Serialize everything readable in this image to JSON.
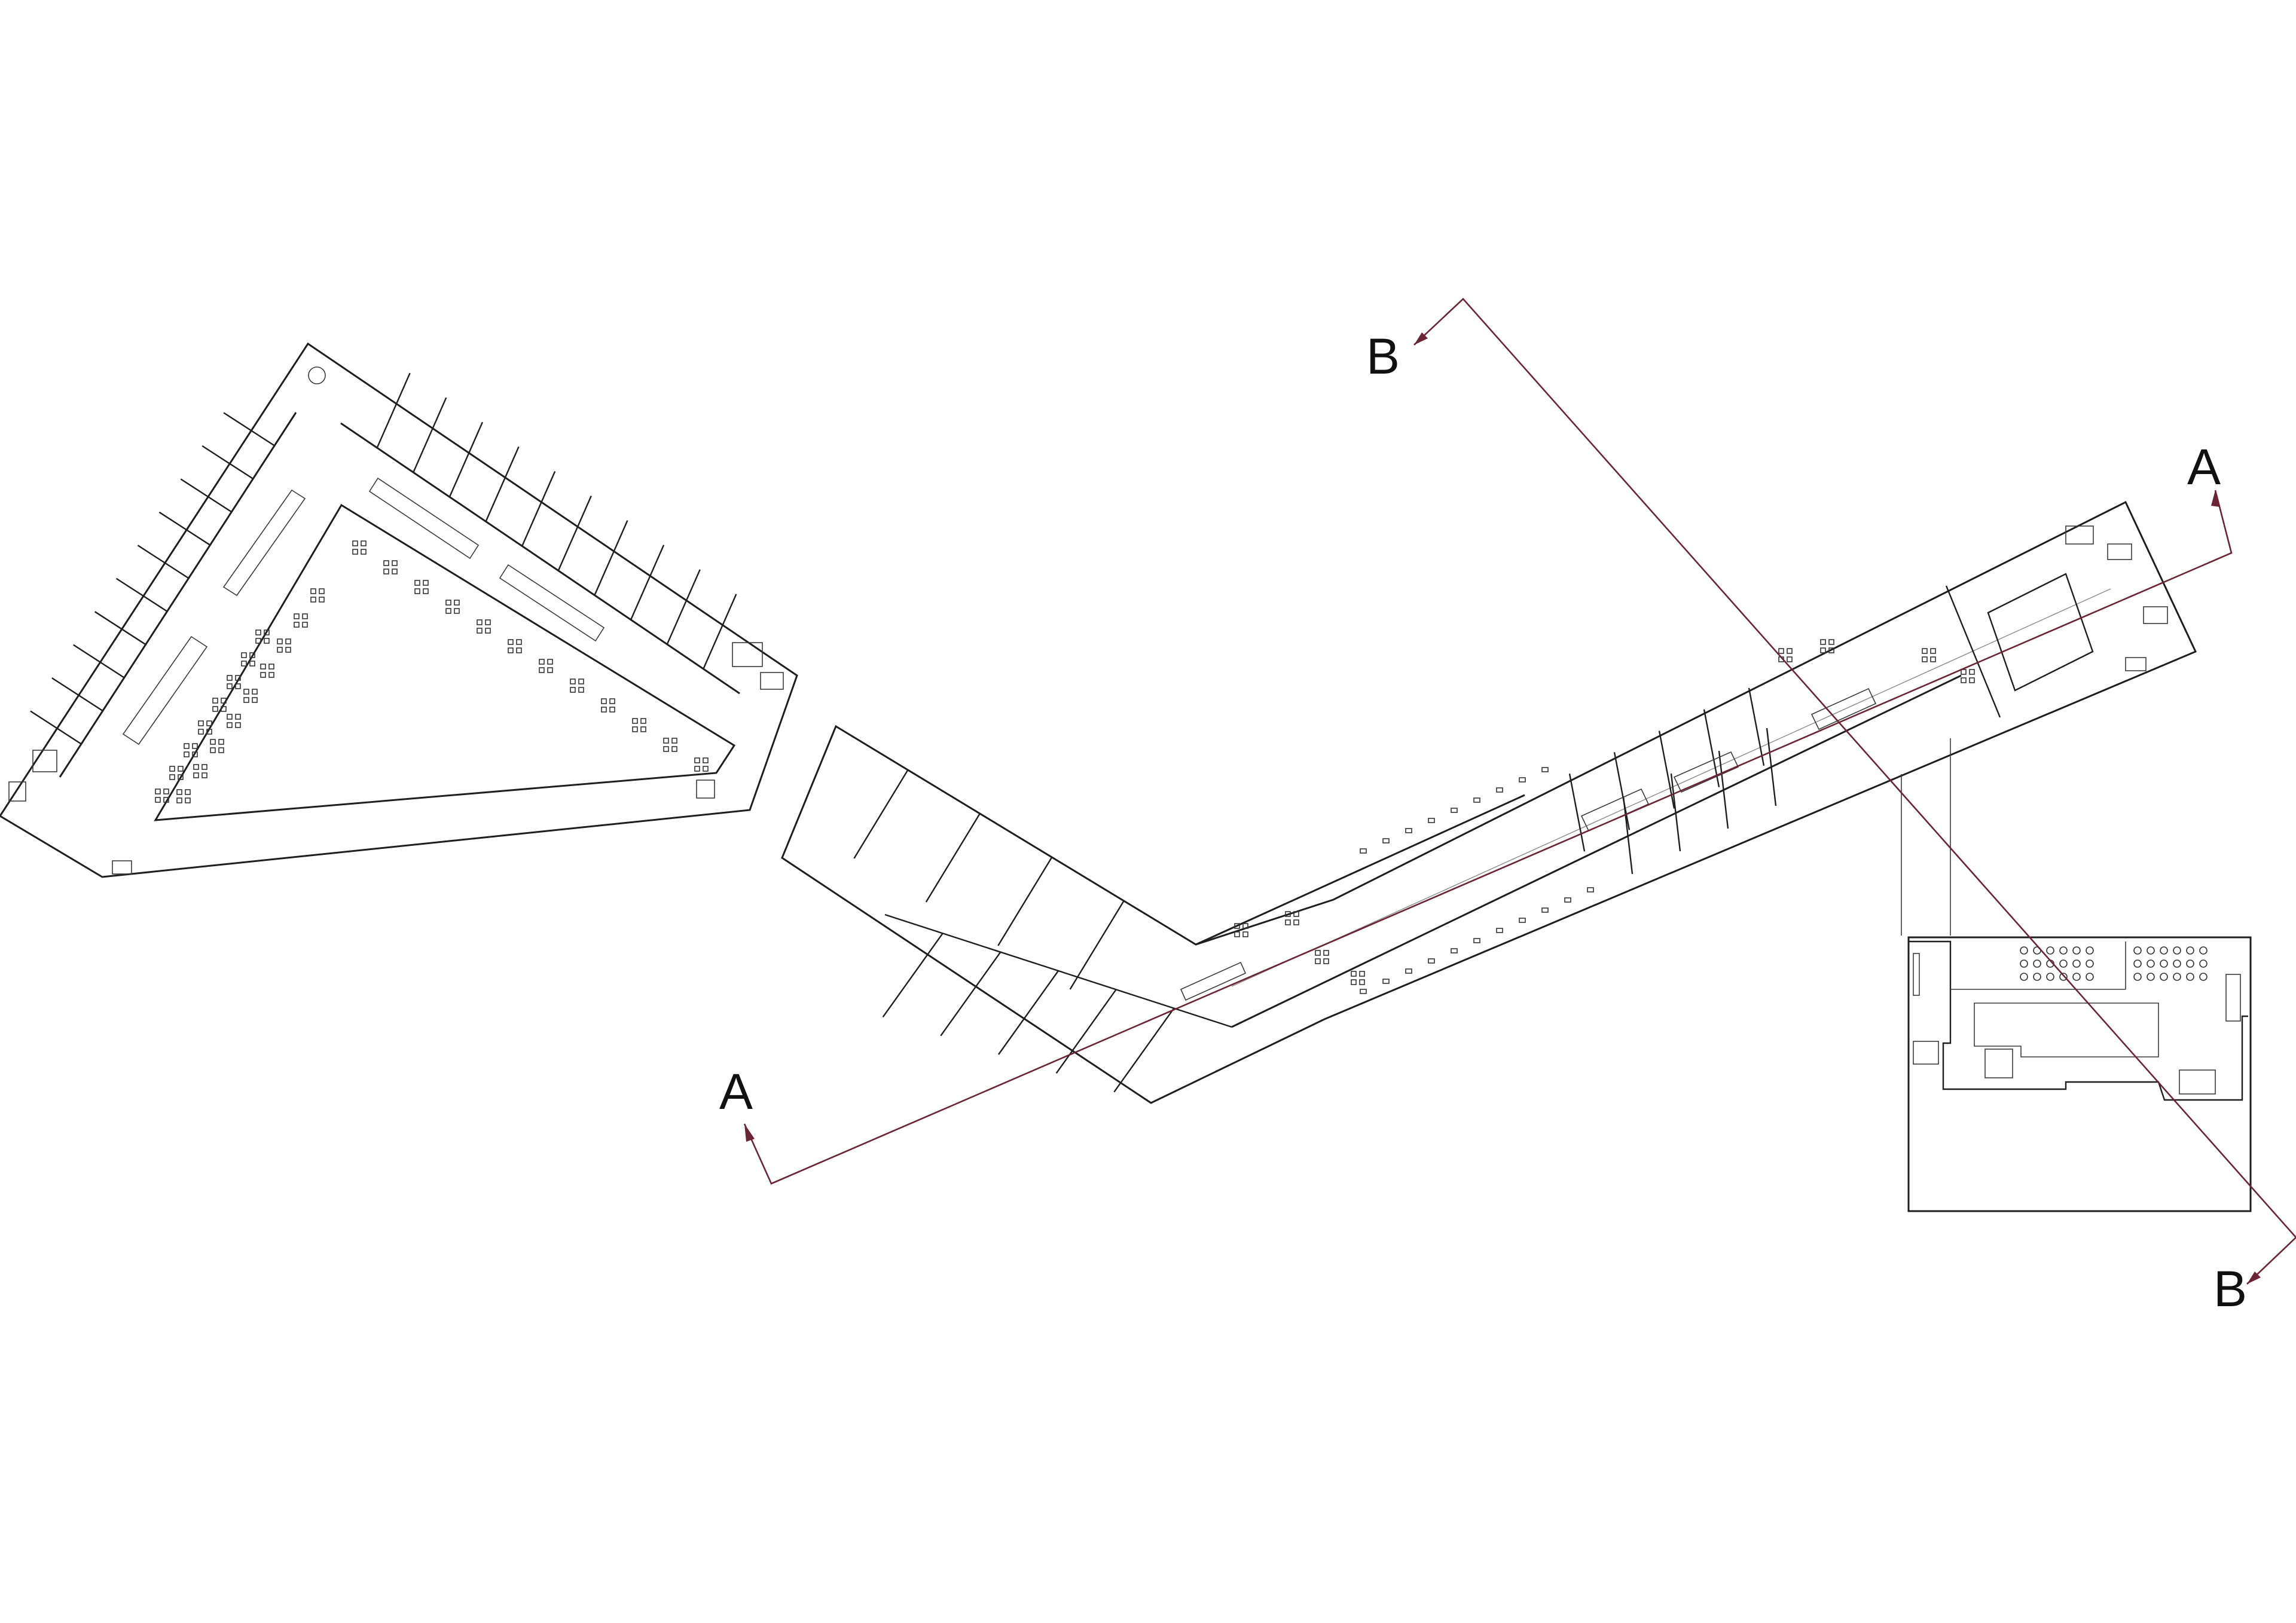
{
  "drawing": {
    "type": "floor plan",
    "line_color": "#1e1e1e",
    "section_line_color": "#6b2434",
    "background": "#ffffff"
  },
  "section_markers": {
    "a_start": "A",
    "a_end": "A",
    "b_start": "B",
    "b_end": "B"
  }
}
